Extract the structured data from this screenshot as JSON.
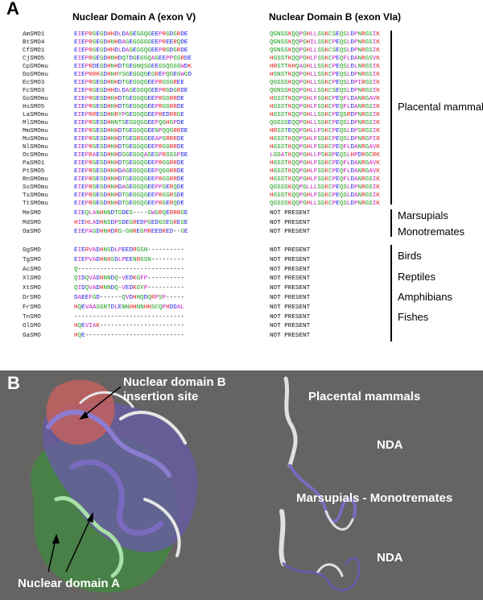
{
  "panel_a": {
    "letter": "A",
    "header_a": "Nuclear Domain A (exon V)",
    "header_b": "Nuclear Domain B (exon VIa)",
    "not_present": "NOT PRESENT",
    "rows": [
      {
        "name": "AmSMO1",
        "a": "EIEPRGEGDHHDLDAGEGGQGEEPRGDGRDE",
        "b": "QGNSSKQQPGHLLSSKCSEQSLDPNRGSIK"
      },
      {
        "name": "BtSMO4",
        "a": "EIEPRGEGDHNHDAGEGGGGGEEPREERQDE",
        "b": "QGNSSKQQPGHILSSKCPEQSLDPNRGSIK"
      },
      {
        "name": "CfSMO1",
        "a": "EIEPRGEGDHHDLDAGEGGQGEEPRGDGRDE",
        "b": "QGNSSKQQPGHLLSSKCSEQSLDPNRGSIK"
      },
      {
        "name": "CjSMO5",
        "a": "EIEPRGEGDHNHDQTDGEGGQAGEEPPGSRDE",
        "b": "HGSSTKQQPGHLFSSKCPEQFLDANRGSVK"
      },
      {
        "name": "CpSMOmu",
        "a": "EIEPRDEGDHNHDTGEGNQSGEEGSQGSGWDK",
        "b": "HRSTTKHQAGHLLSSKCPEQSLDLNRGSIK"
      },
      {
        "name": "DoSMOmu",
        "a": "EIEPRRKGDHNHYSGEGGQGEGREPQGEGWGD",
        "b": "HGNSTKQQPGHLLSSKCPEQSLDPNRGSIK"
      },
      {
        "name": "EcSMO3",
        "a": "EIEPRGEGDHNHDTGEGGQGEEPRGSGREE",
        "b": "QGSSSKQQPGHLLSSKCPEQSLDPIRGSIK"
      },
      {
        "name": "FcSMO3",
        "a": "EIEPRGEGDHHDLDAGEGGQGEEPRGDGRDE",
        "b": "QGNSSKQQPGHLLSSKCSEQSLDPNRGSIK"
      },
      {
        "name": "GoSMOmu",
        "a": "EIEPRGEGDHNHDTGEGGQGEEPRGGRRDE",
        "b": "HGSSTKQQPGHLFSSKCPEQFLDANRGAVK"
      },
      {
        "name": "HsSMO5",
        "a": "EIEPRGEGDHNHDTGEGGQGEEPRGGRRDE",
        "b": "HGSSTKQQPGHLFSSKCPEQFLDANRGSIK"
      },
      {
        "name": "LaSMOmu",
        "a": "EIEPRREGDHNRYPGEGGQGEEPREDRRGE",
        "b": "HGSSTKQQPGHLLSSKCPEQSRDPNRGSIK"
      },
      {
        "name": "MlSMOmu",
        "a": "EIEPRGEGDHNNTSEGGQGGEEPQGHGPDE",
        "b": "QGGSSEQQPGHLLSSKCPEQSLDPNRGSIK"
      },
      {
        "name": "MmSMOmu",
        "a": "EIEPRGEGDHNHDTGEGGQGEENPQQGRRDE",
        "b": "HRSSTEQQPGHLLPSKCPEQSLDPSRGSIK"
      },
      {
        "name": "MuSMOmu",
        "a": "EIEPRGEGDHNHDTGEGRGGEEAPGRRRDE",
        "b": "HGSSTKQQPGHLFSSKCPEQSLDPNRGPIR"
      },
      {
        "name": "NlSMOmu",
        "a": "EIEPRGEGDHNHDTGEGGQGEEPRGGRRDE",
        "b": "HGSSTKQQPGHLFSSKCPEQFLDANRGAVK"
      },
      {
        "name": "OcSMOmu",
        "a": "EIEPRAEGDHNHDSGEGGQAGEGPRGSSPDE",
        "b": "LGSATKQQPGHLLPSKGPEQSLHPDRGCRK"
      },
      {
        "name": "PaSMO1",
        "a": "EIEPRGEGDHNHDTGEGGQGEEPRGGRRDE",
        "b": "HGSSTKQQPGHLFSSKCPEQFLDANRGAVK"
      },
      {
        "name": "PtSMO5",
        "a": "EIEPRGEGDHNHDAGEGGQGEEPQGGRRDE",
        "b": "HGSSTKQQPGHLFSSKCPEQFLDANRGAVK"
      },
      {
        "name": "RnSMOmu",
        "a": "EIEPRGEGDHNHDTGEGGQGEEPRGGRRDE",
        "b": "HGSSTKQQPGHLFSSKCPEQFLDANRGSIK"
      },
      {
        "name": "SsSMOmu",
        "a": "EIEPRGEGDHNHDAGEGGQGEEPPGERQDE",
        "b": "QGSSSKQQPGLLLSSKCPEQSLDPNRGSIK"
      },
      {
        "name": "TsSMOmu",
        "a": "EIEPRGEGDHNHDTGEGGQGEEPRGGRSDE",
        "b": "HGSSTKQQPGHLFSSKCPEQSLDANRGSIK"
      },
      {
        "name": "TtSMOmu",
        "a": "EIEPRGEGDHNHDTGEGGQGEEPRGERQDE",
        "b": "QGSSSKQQPGHLLSSKCPEQSLDPNRGSIK"
      },
      {
        "name": "MeSMO",
        "a": "EIEQLANHNNDTSDEG----GWGRQERRRGE",
        "b": ""
      },
      {
        "name": "MdSMO",
        "a": "HIEHLADHNSDPSDEGREDPGEDGSEGREGE",
        "b": ""
      },
      {
        "name": "OaSMO",
        "a": "EIEPAGDHNHDRG-GNREGMREEDRED--GE",
        "b": ""
      },
      {
        "name": "GgSMO",
        "a": "EIERVADHNSDLPEEDRGSN----------",
        "b": ""
      },
      {
        "name": "TgSMO",
        "a": "EIEPVADHNHSDLPEENRGSN---------",
        "b": ""
      },
      {
        "name": "AcSMO",
        "a": "Q-----------------------------",
        "b": ""
      },
      {
        "name": "XlSMO",
        "a": "QIDQVADHNNDQ-VEDKGFP----------",
        "b": ""
      },
      {
        "name": "XtSMO",
        "a": "QIDQVADHNNDQ-VEDKGYP----------",
        "b": ""
      },
      {
        "name": "DrSMO",
        "a": "DAEEFGD------QVDHNQDQRPSP-----",
        "b": ""
      },
      {
        "name": "FrSMO",
        "a": "HQEVAASGNTDLENNHHNNHHSCQPHDDAL",
        "b": ""
      },
      {
        "name": "TnSMO",
        "a": "------------------------------",
        "b": ""
      },
      {
        "name": "OlSMO",
        "a": "HQEVIAK-----------------------",
        "b": ""
      },
      {
        "name": "GaSMO",
        "a": "HQE---------------------------",
        "b": ""
      }
    ],
    "groups": {
      "placental": "Placental mammals",
      "marsupials": "Marsupials",
      "monotremates": "Monotremates",
      "birds": "Birds",
      "reptiles": "Reptiles",
      "amphibians": "Amphibians",
      "fishes": "Fishes"
    }
  },
  "panel_b": {
    "letter": "B",
    "insertion_label_1": "Nuclear domain B",
    "insertion_label_2": "insertion site",
    "domain_a_label": "Nuclear domain A",
    "placental_label": "Placental mammals",
    "nda_label_1": "NDA",
    "marsupials_label": "Marsupials - Monotremates",
    "nda_label_2": "NDA"
  },
  "colors": {
    "acidic": "#1a1ae6",
    "basic": "#e61a1a",
    "polar": "#149a14",
    "other": "#111111",
    "hydrophobic": "#c016c0",
    "panel_b_background": "#656462"
  }
}
